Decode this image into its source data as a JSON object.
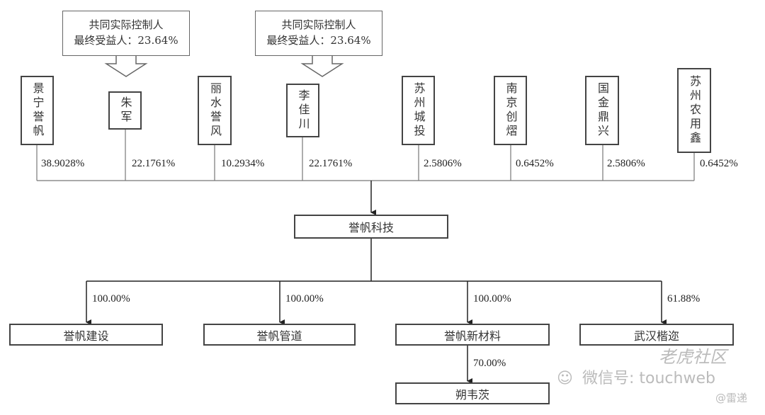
{
  "callouts": [
    {
      "line1": "共同实际控制人",
      "line2": "最终受益人：23.64%"
    },
    {
      "line1": "共同实际控制人",
      "line2": "最终受益人：23.64%"
    }
  ],
  "shareholders": [
    {
      "name": "景宁誉帆",
      "pct": "38.9028%"
    },
    {
      "name": "朱军",
      "pct": "22.1761%"
    },
    {
      "name": "丽水誉风",
      "pct": "10.2934%"
    },
    {
      "name": "李佳川",
      "pct": "22.1761%"
    },
    {
      "name": "苏州城投",
      "pct": "2.5806%"
    },
    {
      "name": "南京创熠",
      "pct": "0.6452%"
    },
    {
      "name": "国金鼎兴",
      "pct": "2.5806%"
    },
    {
      "name": "苏州农用鑫",
      "pct": "0.6452%"
    }
  ],
  "company": "誉帆科技",
  "subsidiaries": [
    {
      "name": "誉帆建设",
      "pct": "100.00%"
    },
    {
      "name": "誉帆管道",
      "pct": "100.00%"
    },
    {
      "name": "誉帆新材料",
      "pct": "100.00%"
    },
    {
      "name": "武汉楷迩",
      "pct": "61.88%"
    }
  ],
  "grandchild": {
    "name": "朔韦茨",
    "pct": "70.00%"
  },
  "watermark": {
    "wechat": "微信号: touchweb",
    "brand": "老虎社区",
    "credit": "@雷递"
  }
}
